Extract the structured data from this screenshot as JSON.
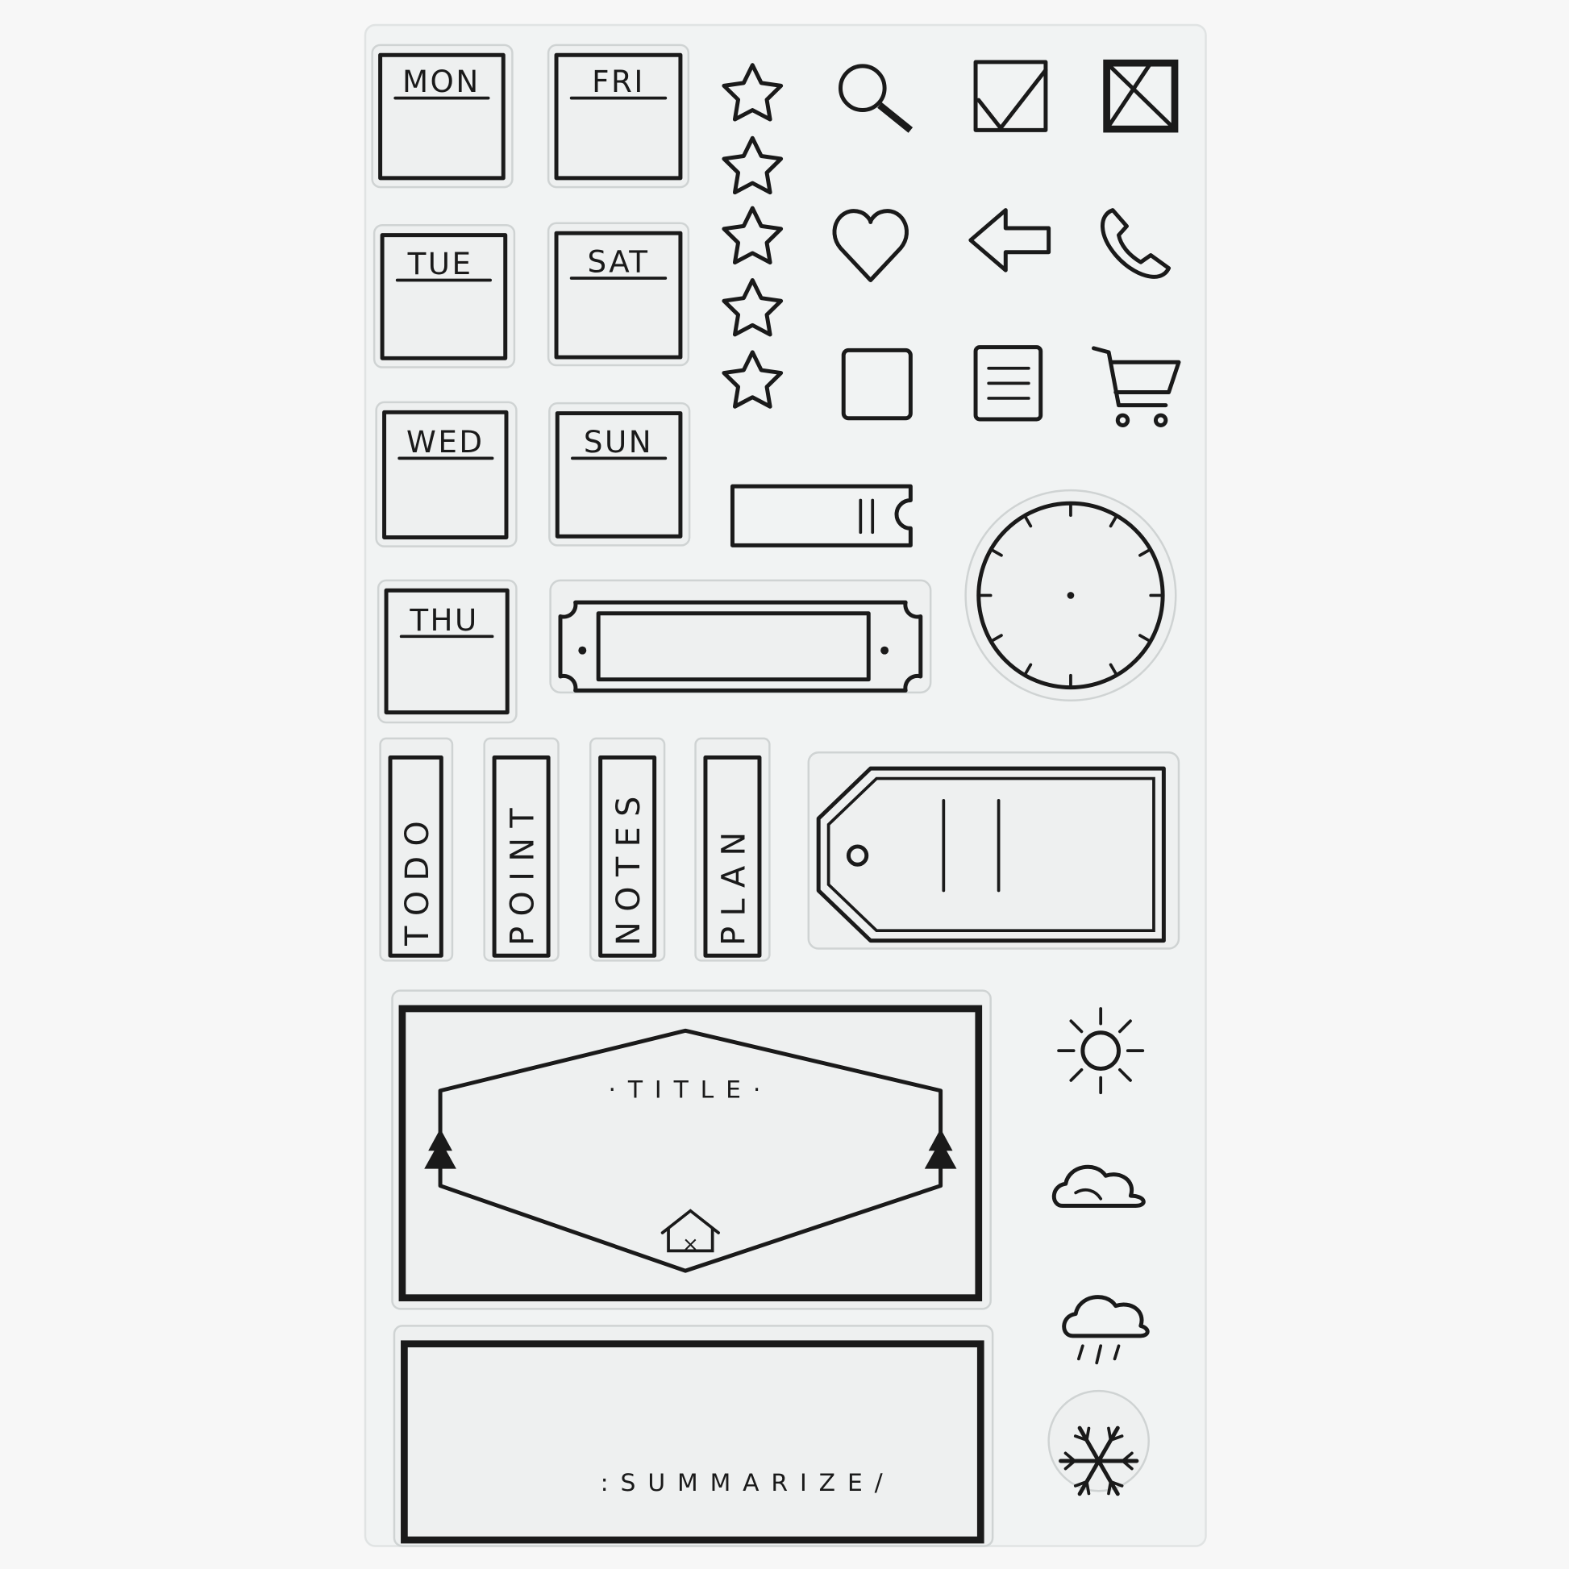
{
  "days": [
    "MON",
    "FRI",
    "TUE",
    "SAT",
    "WED",
    "SUN",
    "THU"
  ],
  "tabs": [
    "TODO",
    "POINT",
    "NOTES",
    "PLAN"
  ],
  "title_label": "·TITLE·",
  "summary_label": ":SUMMARIZE/",
  "icons": [
    "star-icon",
    "search-icon",
    "checkbox-checked-icon",
    "checkbox-x-icon",
    "heart-icon",
    "arrow-left-icon",
    "phone-icon",
    "square-icon",
    "document-icon",
    "cart-icon",
    "ticket-icon",
    "clock-icon",
    "label-plate",
    "tag-icon",
    "tree-icon",
    "house-icon",
    "sun-icon",
    "cloud-icon",
    "rain-cloud-icon",
    "snowflake-icon"
  ],
  "colors": {
    "ink": "#1a1a1a",
    "background": "#f7f7f7",
    "sheet": "#eef0f0"
  }
}
